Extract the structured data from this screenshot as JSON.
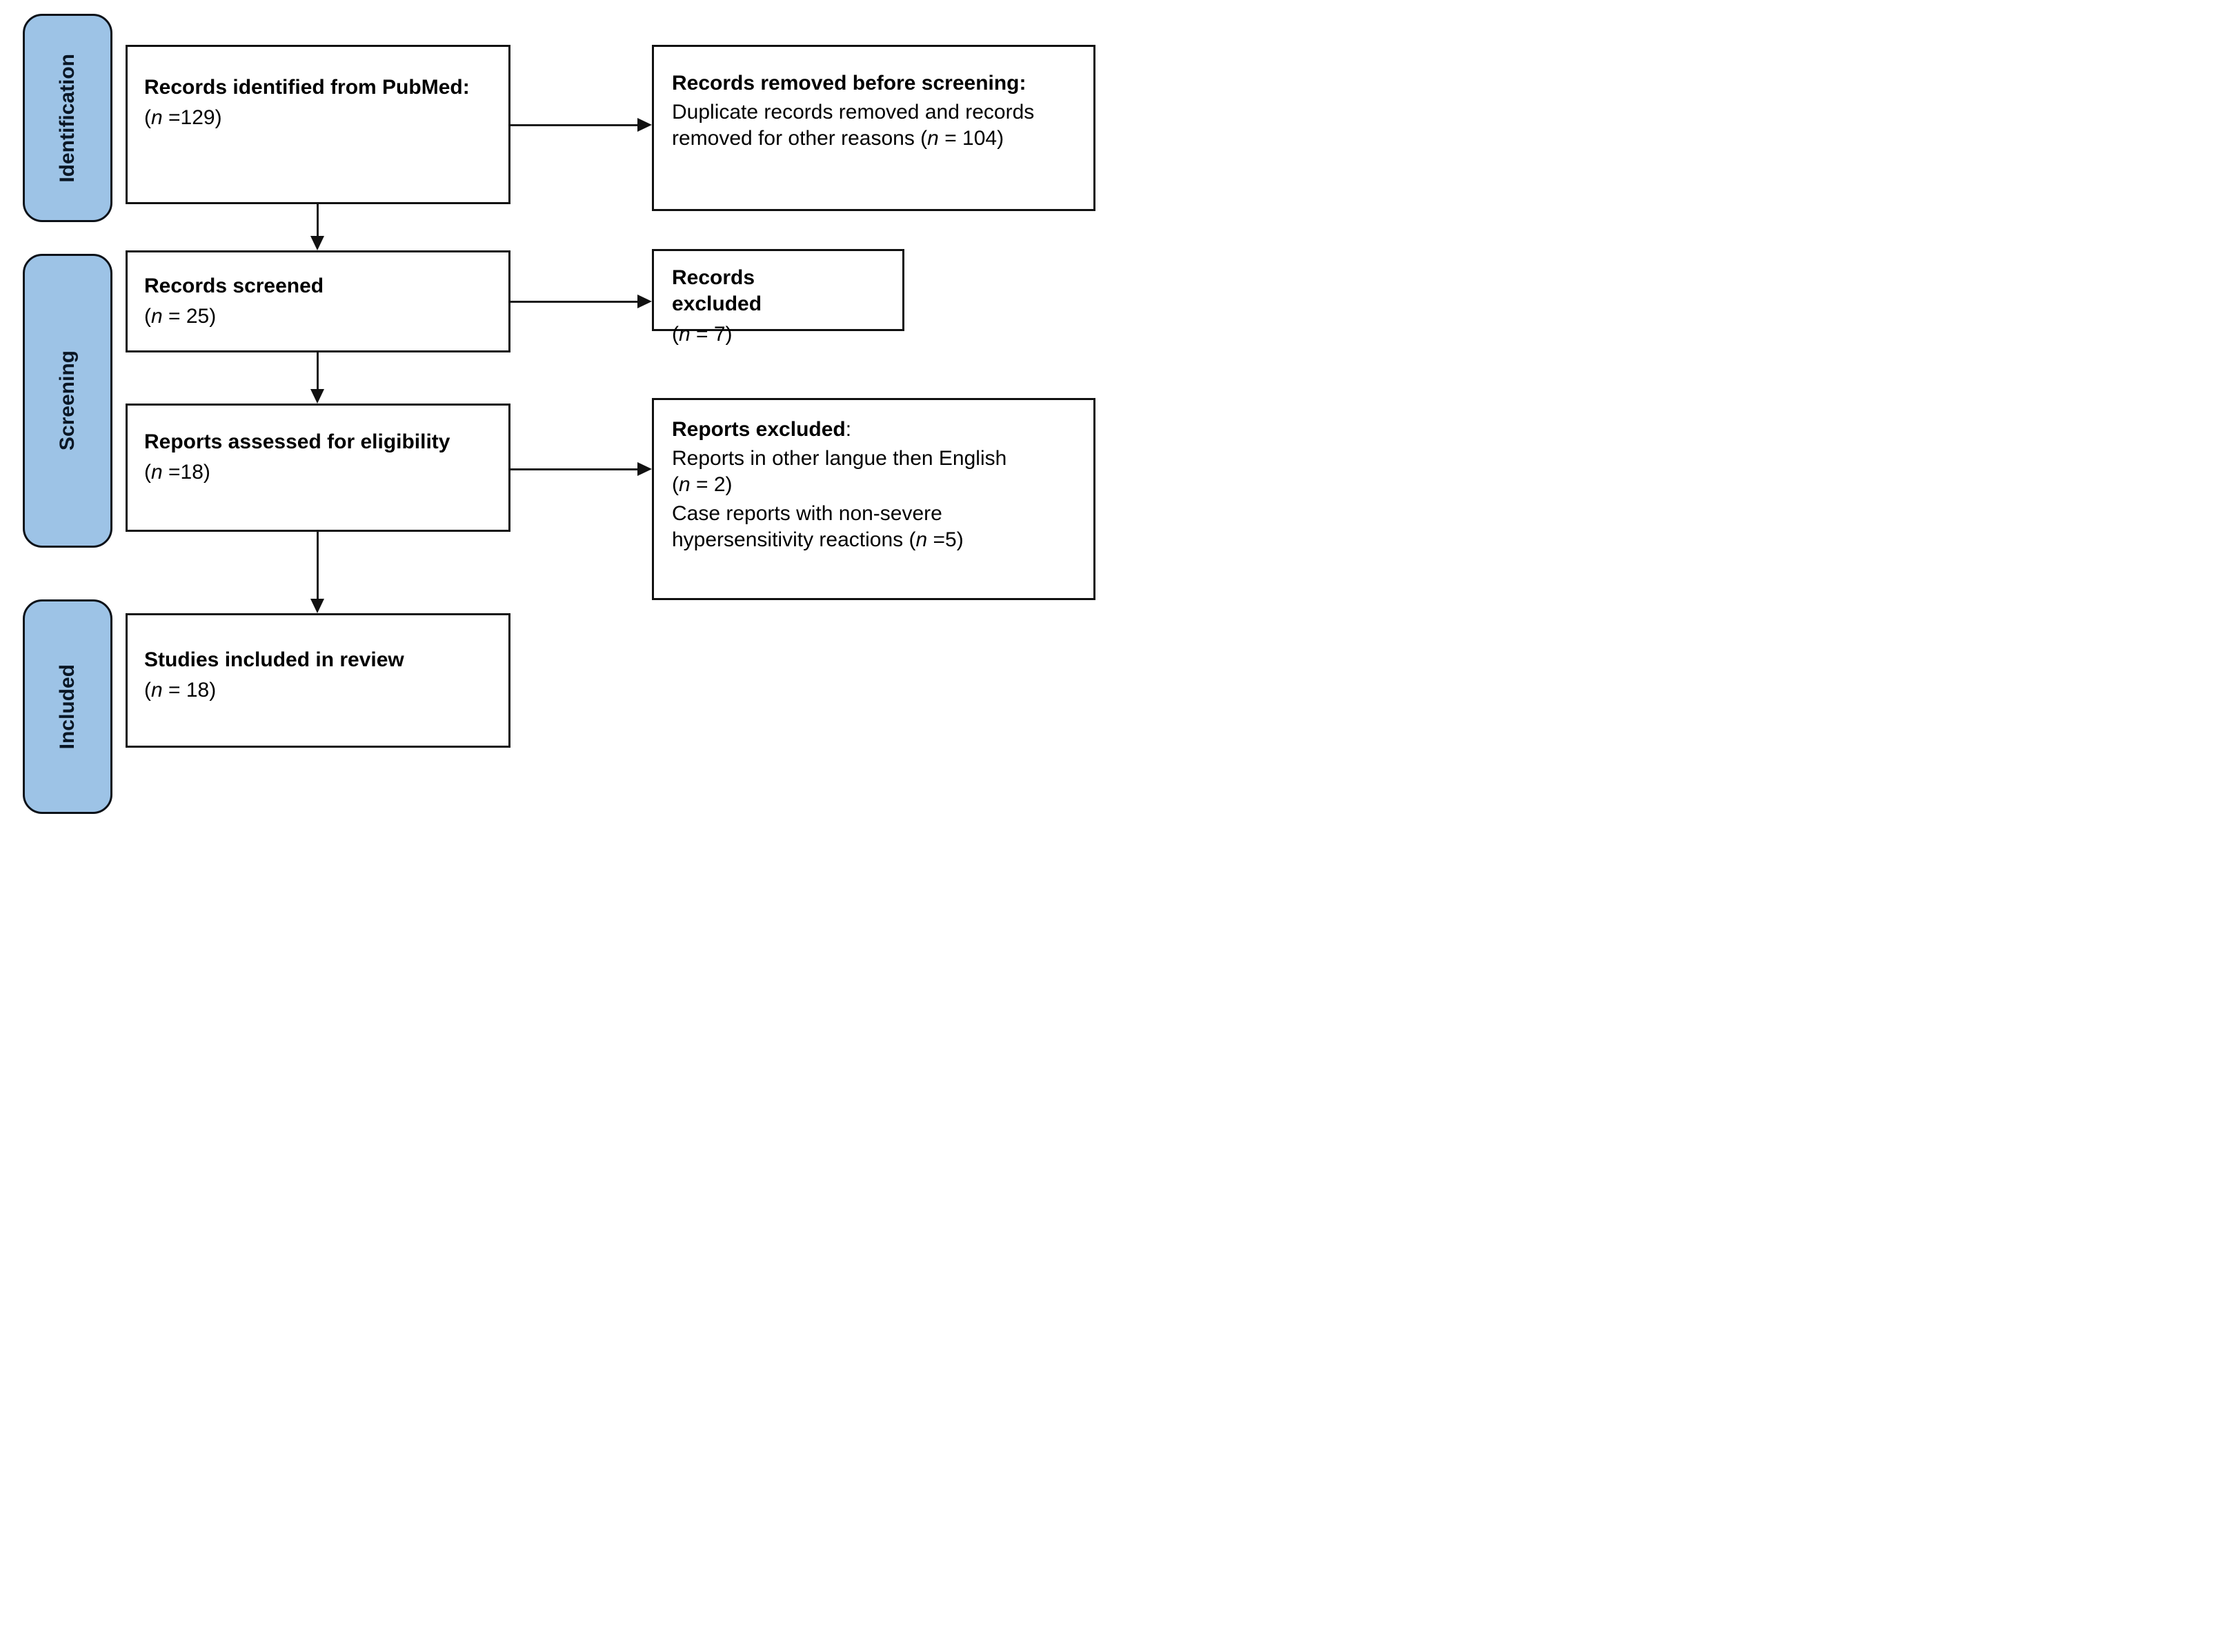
{
  "diagram": {
    "type": "prisma-flow",
    "colors": {
      "stage_fill": "#9DC3E6",
      "stage_border": "#0c1118",
      "box_border": "#111111",
      "text": "#000000"
    },
    "stages": {
      "identification": {
        "label": "Identification"
      },
      "screening": {
        "label": "Screening"
      },
      "included": {
        "label": "Included"
      }
    },
    "boxes": {
      "identified": {
        "title": "Records identified from PubMed:",
        "count_open": " (",
        "count_n": "n",
        "count_rest": " =129)"
      },
      "removed_before_screening": {
        "title": "Records removed before screening:",
        "body_pre": "Duplicate records removed and records removed for other reasons (",
        "body_n": "n",
        "body_rest": " = 104)"
      },
      "screened": {
        "title": "Records screened",
        "count_open": "(",
        "count_n": "n",
        "count_rest": " = 25)"
      },
      "records_excluded": {
        "title": "Records excluded",
        "count_open": "(",
        "count_n": "n",
        "count_rest": " = 7)"
      },
      "assessed": {
        "title": "Reports assessed for eligibility",
        "count_open": "(",
        "count_n": "n",
        "count_rest": " =18)"
      },
      "reports_excluded": {
        "title": "Reports excluded",
        "title_colon": ":",
        "reason1_pre": "Reports in other langue then English (",
        "reason1_n": "n",
        "reason1_rest": " = 2)",
        "reason2_pre": "Case reports with non-severe hypersensitivity reactions (",
        "reason2_n": "n",
        "reason2_rest": " =5)"
      },
      "included_in_review": {
        "title": "Studies included in review",
        "count_open": "(",
        "count_n": "n",
        "count_rest": " = 18)"
      }
    }
  }
}
